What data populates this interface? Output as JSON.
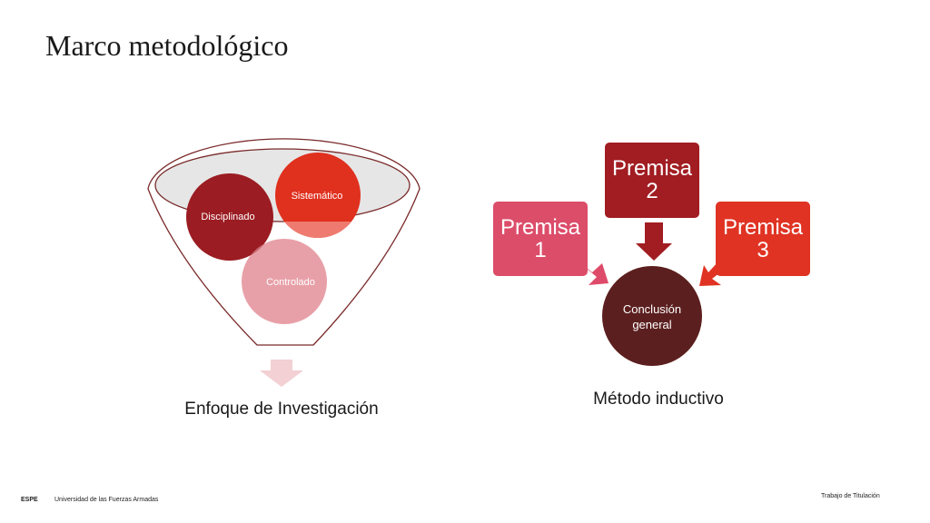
{
  "slide": {
    "title": "Marco metodológico"
  },
  "funnel": {
    "items": [
      {
        "label": "Disciplinado",
        "color": "#9b1c22"
      },
      {
        "label": "Sistemático",
        "color": "#e0301e"
      },
      {
        "label": "Controlado",
        "color": "#e8a0a8"
      }
    ],
    "caption": "Enfoque de Investigación",
    "arrow_color": "#f2d0d3",
    "outline_color": "#7a2a2a",
    "rim_fill": "#e6e6e6"
  },
  "inductive": {
    "premises": [
      {
        "line1": "Premisa",
        "line2": "1",
        "color": "#dc4d6a"
      },
      {
        "line1": "Premisa",
        "line2": "2",
        "color": "#a11d22"
      },
      {
        "line1": "Premisa",
        "line2": "3",
        "color": "#e03323"
      }
    ],
    "conclusion": {
      "line1": "Conclusión",
      "line2": "general",
      "color": "#5c1f1f"
    },
    "arrow_colors": [
      "#de4a6a",
      "#a11d22",
      "#e03323"
    ],
    "caption": "Método inductivo"
  },
  "footer": {
    "org": "ESPE",
    "university": "Universidad de las Fuerzas Armadas",
    "right": "Trabajo de Titulación"
  }
}
